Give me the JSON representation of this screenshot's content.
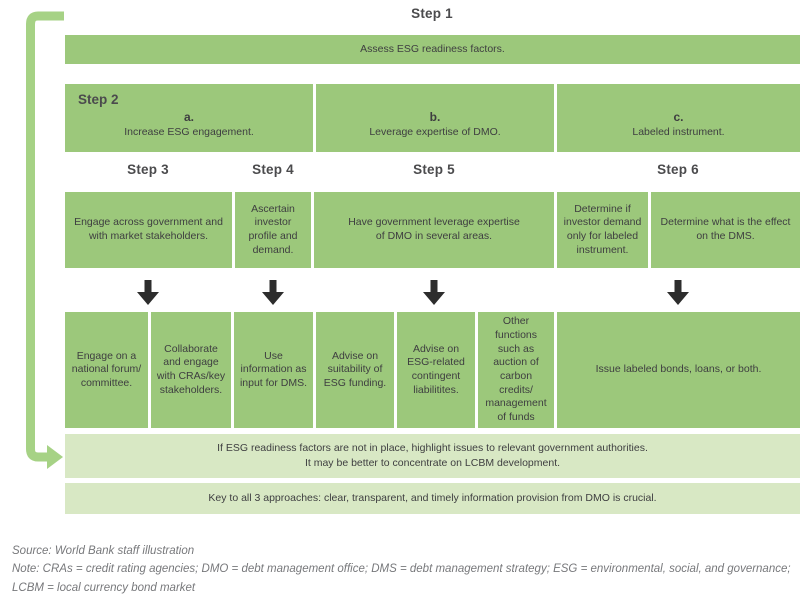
{
  "colors": {
    "box_green": "#9cc87b",
    "light_green": "#d8e8c4",
    "loop_arrow_green": "#a6d285",
    "dark_arrow": "#2d2d2d",
    "heading_text": "#4b4b4d",
    "body_text": "#3e3e40",
    "footer_text": "#77787b"
  },
  "step1": {
    "label": "Step 1",
    "bar_text": "Assess ESG readiness factors."
  },
  "step2": {
    "label": "Step 2",
    "options": [
      {
        "letter": "a.",
        "text": "Increase ESG engagement."
      },
      {
        "letter": "b.",
        "text": "Leverage expertise of DMO."
      },
      {
        "letter": "c.",
        "text": "Labeled instrument."
      }
    ]
  },
  "step_labels": {
    "step3": "Step 3",
    "step4": "Step 4",
    "step5": "Step 5",
    "step6": "Step 6"
  },
  "action_boxes": [
    {
      "text": "Engage across government and with market stakeholders."
    },
    {
      "text": "Ascertain investor profile and demand."
    },
    {
      "text": "Have government leverage expertise of DMO in several areas."
    },
    {
      "text": "Determine if investor demand only for labeled instrument."
    },
    {
      "text": "Determine what is the effect on the DMS."
    }
  ],
  "outcome_boxes": [
    {
      "text": "Engage on a national forum/ committee."
    },
    {
      "text": "Collaborate and engage with CRAs/key stakeholders."
    },
    {
      "text": "Use information as input for DMS."
    },
    {
      "text": "Advise on suitability of ESG funding."
    },
    {
      "text": "Advise on ESG-related contingent liabilitites."
    },
    {
      "text": "Other functions such as auction of carbon credits/ management of funds"
    },
    {
      "text": "Issue labeled bonds, loans, or both."
    }
  ],
  "banners": {
    "fallback_line1": "If ESG readiness factors are not in place, highlight issues to relevant government authorities.",
    "fallback_line2": "It may be better to concentrate on LCBM development.",
    "key_note": "Key to all 3 approaches: clear, transparent, and timely information provision from DMO is crucial."
  },
  "footer": {
    "source": "Source: World Bank staff illustration",
    "note": "Note: CRAs = credit rating agencies; DMO = debt management office; DMS = debt management strategy; ESG = environmental, social, and governance; LCBM = local currency bond market"
  }
}
